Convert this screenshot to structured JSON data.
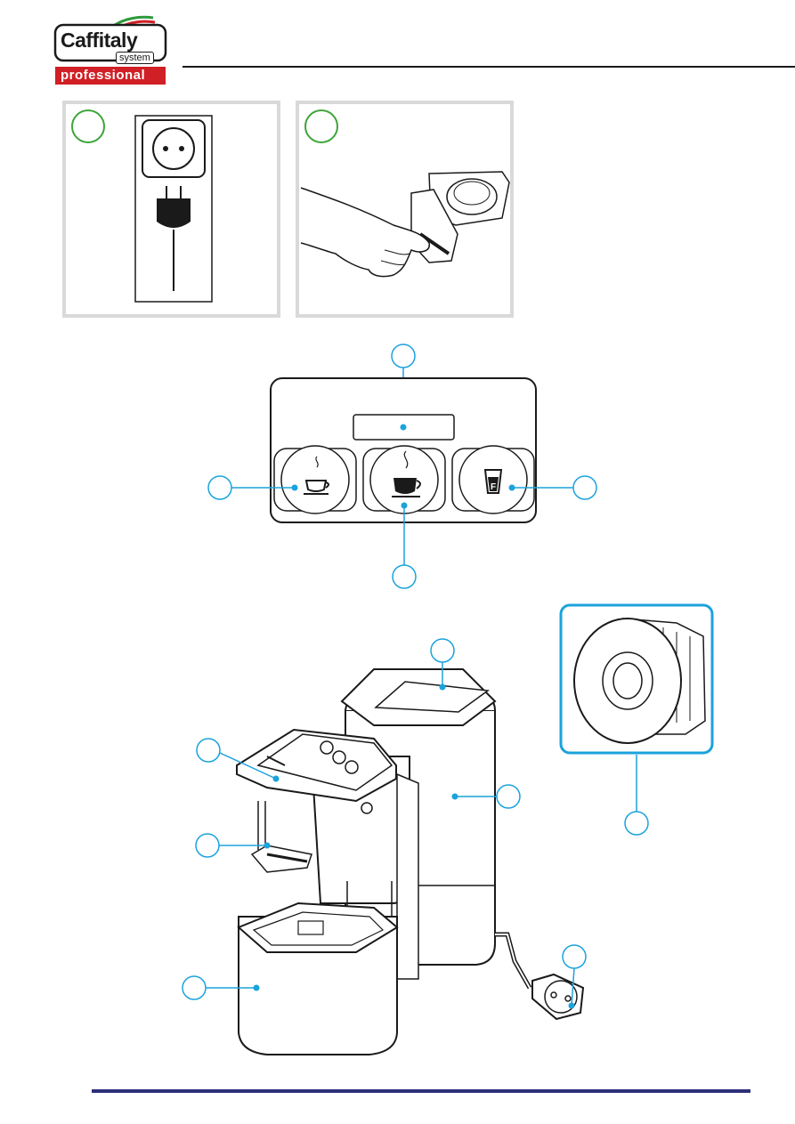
{
  "header": {
    "logo": {
      "brand": "Caffitaly",
      "sub": "system",
      "tag": "professional",
      "colors": {
        "brand_text": "#1a1a1a",
        "tag_bg": "#d01f25",
        "swoosh_green": "#2e9a3a",
        "swoosh_red": "#d01f25"
      }
    }
  },
  "steps": [
    {
      "icon": "plug-and-socket-illustration",
      "marker_color": "#3ea53a"
    },
    {
      "icon": "hand-capsule-holder-illustration",
      "marker_color": "#3ea53a"
    }
  ],
  "control_panel": {
    "buttons": [
      {
        "icon": "espresso-cup-icon"
      },
      {
        "icon": "coffee-cup-icon"
      },
      {
        "icon": "free-dose-glass-icon",
        "glyph": "F"
      }
    ],
    "callout_color": "#1aa3dc"
  },
  "machine": {
    "callout_color": "#1aa3dc",
    "detail_frame_color": "#1aa3dc"
  },
  "footer": {
    "rule_color": "#2d2f7a"
  }
}
